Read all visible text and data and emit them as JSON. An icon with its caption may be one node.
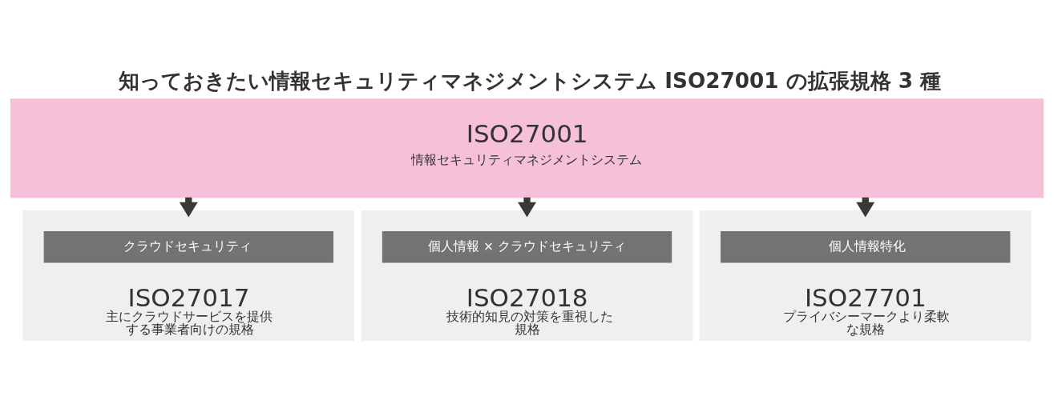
{
  "diagram": {
    "title": "知っておきたい情報セキュリティマネジメントシステム ISO27001 の拡張規格 3 種",
    "nodes": [
      {
        "text": [
          "ISO27001",
          "情報セキュリティマネジメントシステム"
        ]
      },
      {
        "text": [
          "ISO27017",
          "主にクラウドサービスを提供する事業者向けの規格"
        ]
      },
      {
        "text": [
          "クラウドセキュリティ"
        ],
        "in": 1
      },
      {
        "text": [
          "ISO27018",
          "技術的知見の対策を重視した規格"
        ]
      },
      {
        "text": [
          "個人情報 × クラウドセキュリティ"
        ],
        "in": 3
      },
      {
        "text": [
          "ISO27701",
          "プライバシーマークより柔軟な規格"
        ]
      },
      {
        "text": [
          "個人情報特化"
        ],
        "in": 5
      }
    ],
    "edges": [
      {
        "from": 0,
        "to": 1,
        "arrow": "to"
      },
      {
        "from": 0,
        "to": 3,
        "arrow": "to"
      },
      {
        "from": 0,
        "to": 5,
        "arrow": "to"
      }
    ]
  }
}
